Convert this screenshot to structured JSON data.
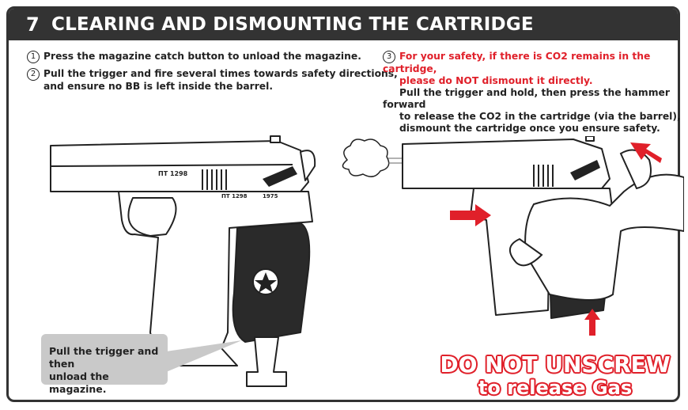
{
  "header": {
    "number": "7",
    "title": "CLEARING AND DISMOUNTING THE CARTRIDGE"
  },
  "steps": {
    "s1": {
      "marker": "1",
      "text": "Press the magazine catch button to unload the magazine."
    },
    "s2": {
      "marker": "2",
      "line1": "Pull the trigger and fire several times towards safety directions,",
      "line2": "and ensure no BB is left inside the barrel."
    },
    "s3": {
      "marker": "3",
      "warn1": "For your safety, if there is CO2 remains in the cartridge,",
      "warn2": "please do NOT dismount it directly.",
      "line1": "Pull the trigger and hold, then press the hammer forward",
      "line2": "to release the CO2 in the cartridge (via the barrel),",
      "line3": "dismount the cartridge once you ensure safety."
    }
  },
  "callout": {
    "line1": "Pull the trigger and then",
    "line2": "unload the magazine."
  },
  "pistol": {
    "model": "ПТ 1298",
    "marking": "ПТ 1298",
    "year": "1975"
  },
  "warning": {
    "line1": "DO NOT UNSCREW",
    "line2": "to release Gas"
  },
  "colors": {
    "header_bg": "#333333",
    "accent_red": "#e0202a",
    "callout_bg": "#c9c9c9"
  }
}
